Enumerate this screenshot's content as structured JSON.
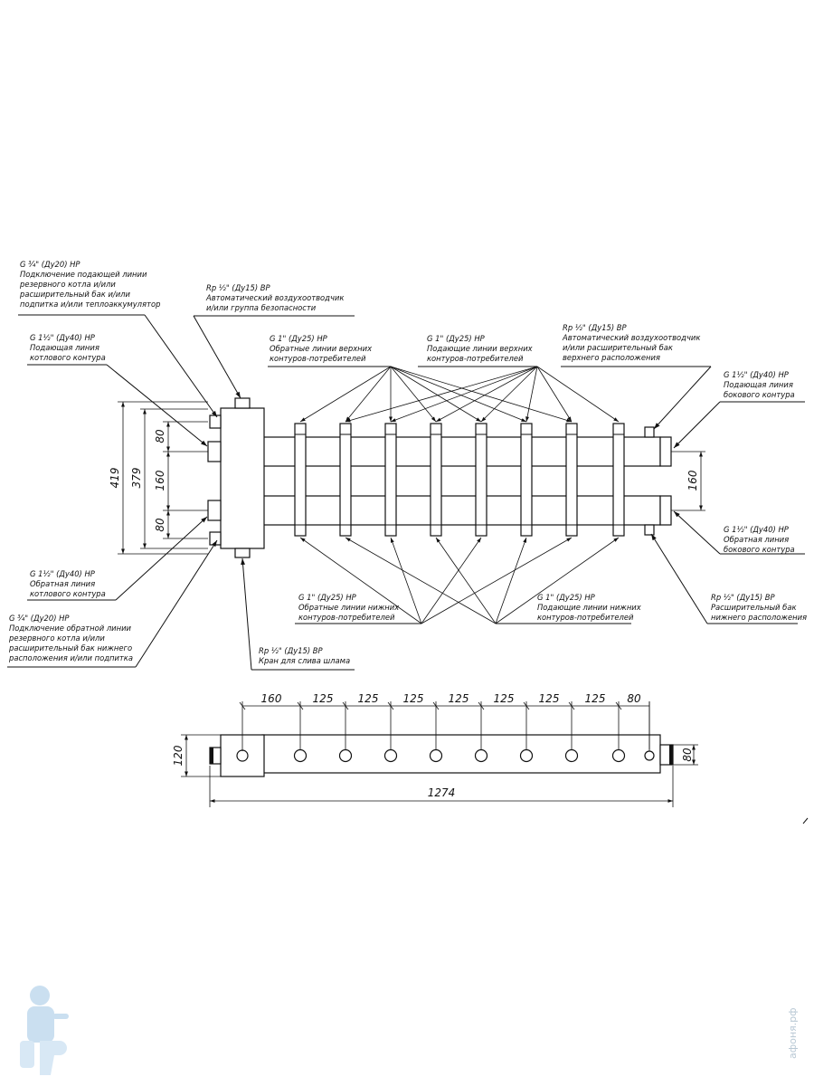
{
  "annotations": {
    "a1": [
      "G ¾\" (Ду20) НР",
      "Подключение подающей линии",
      "резервного котла и/или",
      "расширительный бак и/или",
      "подпитка и/или теплоаккумулятор"
    ],
    "a2": [
      "Rp ½\" (Ду15) ВР",
      "Автоматический воздухоотводчик",
      "и/или группа безопасности"
    ],
    "a3": [
      "G 1½\" (Ду40) НР",
      "Подающая линия",
      "котлового контура"
    ],
    "a4": [
      "G 1\" (Ду25) НР",
      "Обратные линии верхних",
      "контуров-потребителей"
    ],
    "a5": [
      "G 1\" (Ду25) НР",
      "Подающие линии верхних",
      "контуров-потребителей"
    ],
    "a6": [
      "Rp ½\" (Ду15) ВР",
      "Автоматический воздухоотводчик",
      "и/или расширительный бак",
      "верхнего расположения"
    ],
    "a7": [
      "G 1½\" (Ду40) НР",
      "Подающая линия",
      "бокового контура"
    ],
    "a8": [
      "G 1½\" (Ду40) НР",
      "Обратная линия",
      "бокового контура"
    ],
    "a9": [
      "G 1½\" (Ду40) НР",
      "Обратная линия",
      "котлового контура"
    ],
    "a10": [
      "G ¾\" (Ду20) НР",
      "Подключение обратной линии",
      "резервного котла и/или",
      "расширительный бак нижнего",
      "расположения и/или подпитка"
    ],
    "a11": [
      "G 1\" (Ду25) НР",
      "Обратные линии нижних",
      "контуров-потребителей"
    ],
    "a12": [
      "G 1\" (Ду25) НР",
      "Подающие линии нижних",
      "контуров-потребителей"
    ],
    "a13": [
      "Rp ½\" (Ду15) ВР",
      "Расширительный бак",
      "нижнего расположения"
    ],
    "a14": [
      "Rp ½\" (Ду15) ВР",
      "Кран для слива шлама"
    ]
  },
  "dimensions": {
    "front_v": [
      "419",
      "379",
      "80",
      "160",
      "80"
    ],
    "right_v": "160",
    "top_h": [
      "160",
      "125",
      "125",
      "125",
      "125",
      "125",
      "125",
      "125",
      "80"
    ],
    "top_v_left": "120",
    "top_v_right": "80",
    "total_length": "1274"
  },
  "watermark": "афоня.рф",
  "colors": {
    "lines": "#111111",
    "watermark": "#b8c8d4"
  }
}
